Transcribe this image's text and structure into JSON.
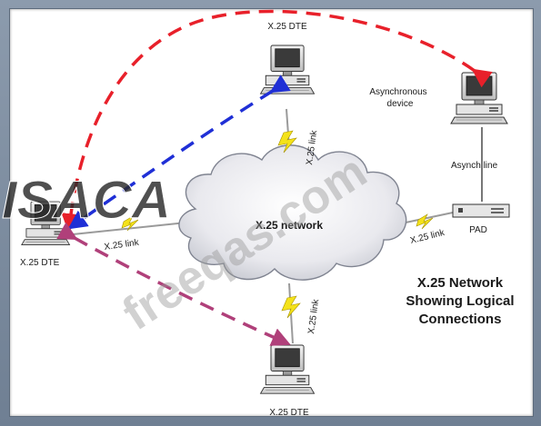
{
  "diagram": {
    "title_lines": [
      "X.25 Network",
      "Showing Logical",
      "Connections"
    ],
    "network_label": "X.25 network",
    "nodes": {
      "dte_left": "X.25 DTE",
      "dte_top": "X.25 DTE",
      "dte_bottom": "X.25 DTE",
      "async_device_lines": [
        "Asynchronous",
        "device"
      ],
      "pad": "PAD"
    },
    "links": {
      "left": "X.25 link",
      "top": "X.25 link",
      "bottom": "X.25 link",
      "right": "X.25 link",
      "async": "Asynch line"
    },
    "logical_connection_colors": {
      "async_to_left_dte": "#e8202a",
      "top_dte_to_left_dte": "#1f2fd6",
      "left_dte_to_bottom_dte": "#b0407a"
    }
  },
  "watermarks": {
    "logo": "ISACA",
    "site": "freeqas.com"
  }
}
